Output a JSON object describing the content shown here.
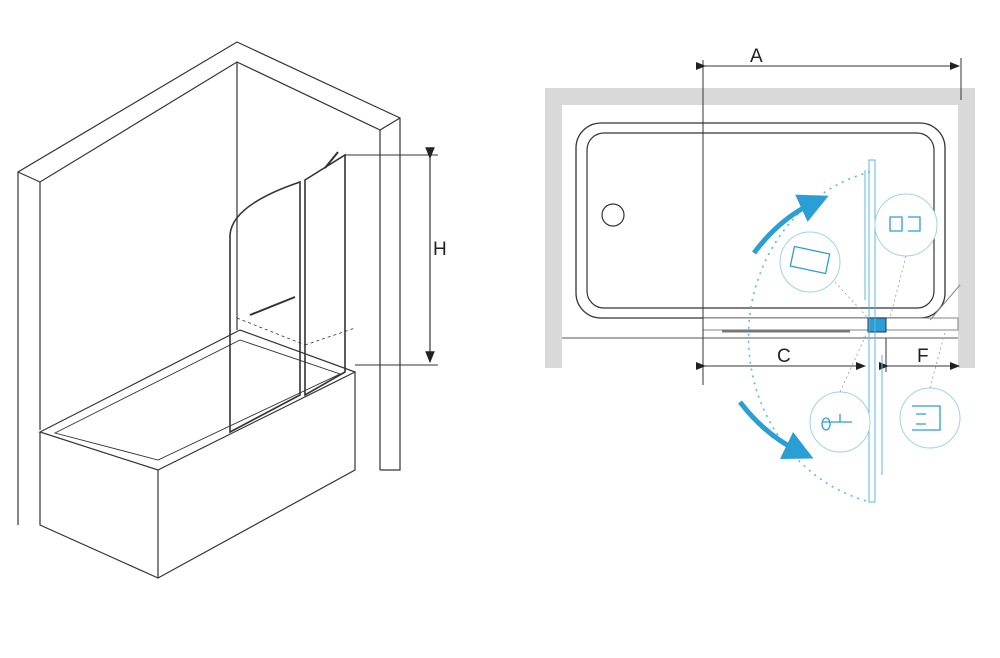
{
  "labels": {
    "height": "H",
    "width_total": "A",
    "width_fixed": "C",
    "width_swing": "F"
  },
  "colors": {
    "line": "#333333",
    "wall": "#d9d9d9",
    "accent": "#2a9fd6",
    "dotted": "#5bb8e6"
  }
}
